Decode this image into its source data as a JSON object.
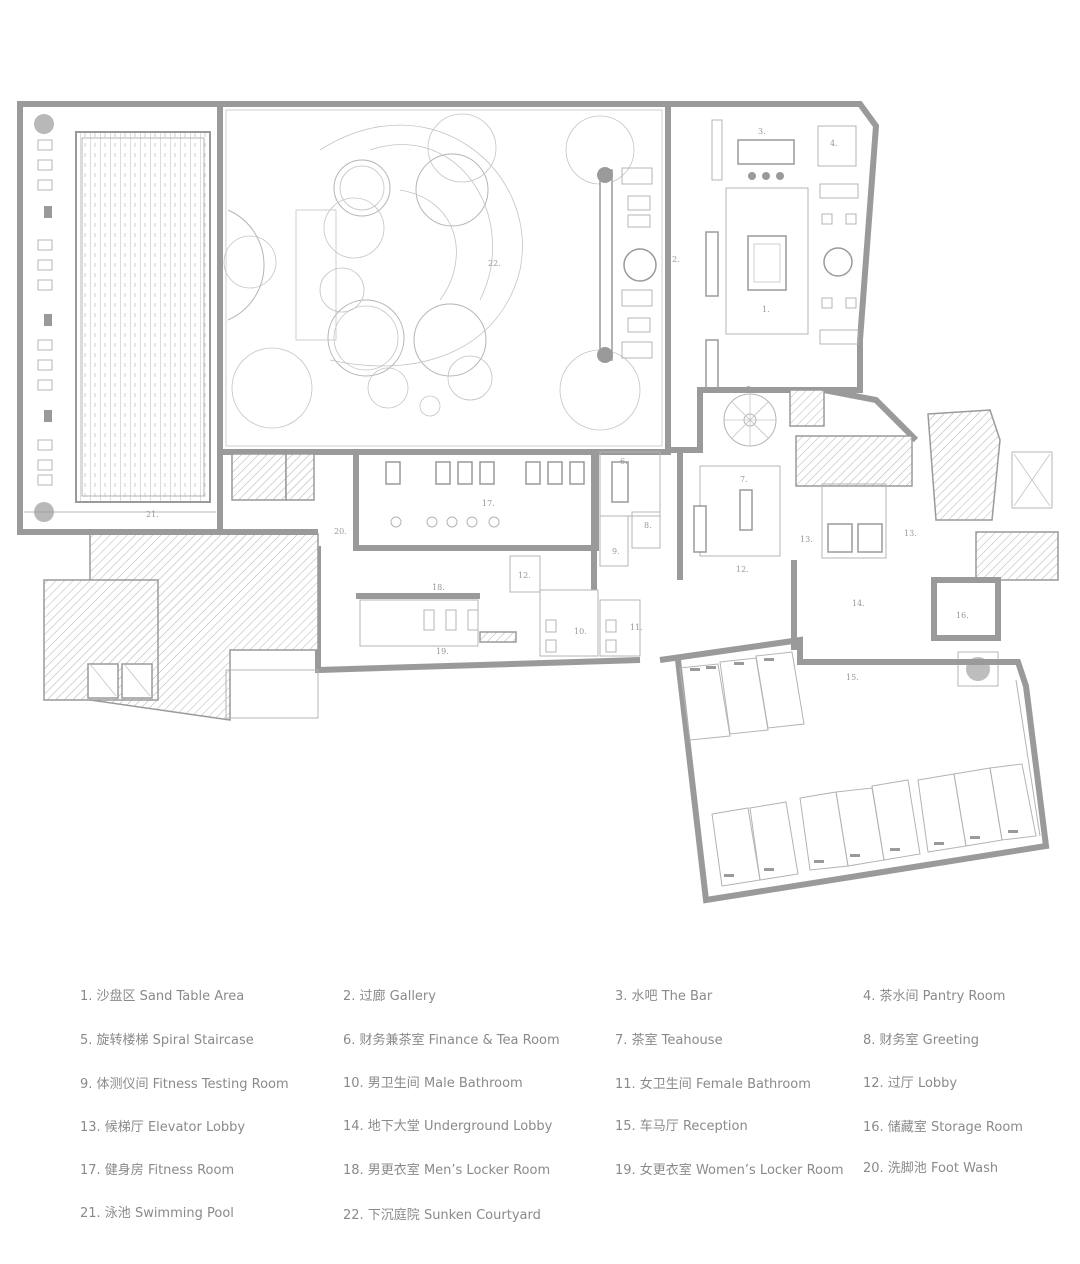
{
  "room_numbers": {
    "n1": "1.",
    "n2": "2.",
    "n3": "3.",
    "n4": "4.",
    "n5": "5.",
    "n6": "6.",
    "n7": "7.",
    "n8": "8.",
    "n9": "9.",
    "n10": "10.",
    "n11": "11.",
    "n12a": "12.",
    "n12b": "12.",
    "n13a": "13.",
    "n13b": "13.",
    "n14": "14.",
    "n15": "15.",
    "n16": "16.",
    "n17": "17.",
    "n18": "18.",
    "n19": "19.",
    "n20": "20.",
    "n21": "21.",
    "n22": "22."
  },
  "legend": [
    "1. 沙盘区  Sand Table Area",
    "2. 过廊  Gallery",
    "3. 水吧  The Bar",
    "4. 茶水间  Pantry Room",
    "5. 旋转楼梯  Spiral Staircase",
    "6. 财务兼茶室  Finance & Tea Room",
    "7. 茶室  Teahouse",
    "8. 财务室  Greeting",
    "9. 体测仪间  Fitness Testing Room",
    "10. 男卫生间   Male Bathroom",
    "11. 女卫生间   Female Bathroom",
    "12. 过厅  Lobby",
    "13. 候梯厅 Elevator Lobby",
    "14. 地下大堂  Underground Lobby",
    "15. 车马厅  Reception",
    "16. 储藏室  Storage Room",
    "17. 健身房  Fitness Room",
    "18. 男更衣室  Men’s Locker Room",
    "19. 女更衣室  Women’s Locker Room",
    "20. 洗脚池  Foot Wash",
    "21. 泳池  Swimming Pool",
    "22. 下沉庭院  Sunken Courtyard"
  ]
}
